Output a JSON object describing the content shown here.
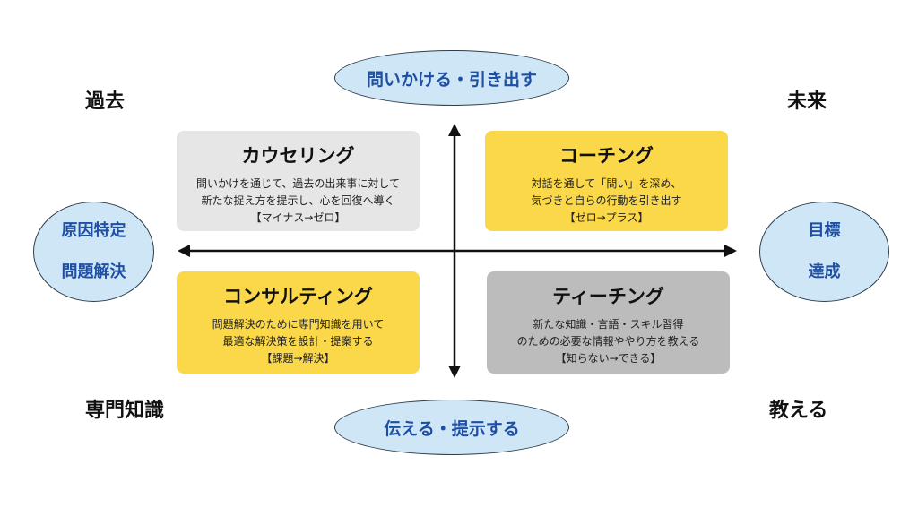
{
  "colors": {
    "yellow_box": "#fad84a",
    "light_gray_box": "#e6e6e6",
    "dark_gray_box": "#bcbcbc",
    "ellipse_fill": "#cfe6f7",
    "ellipse_text": "#1f4fa3"
  },
  "corners": {
    "top_left": "過去",
    "top_right": "未来",
    "bottom_left": "専門知識",
    "bottom_right": "教える"
  },
  "ellipses": {
    "top": "問いかける・引き出す",
    "bottom": "伝える・提示する",
    "left": [
      "原因特定",
      "問題解決"
    ],
    "right": [
      "目標",
      "達成"
    ]
  },
  "quadrants": {
    "counseling": {
      "title": "カウセリング",
      "lines": [
        "問いかけを通じて、過去の出来事に対して",
        "新たな捉え方を提示し、心を回復へ導く",
        "【マイナス→ゼロ】"
      ]
    },
    "coaching": {
      "title": "コーチング",
      "lines": [
        "対話を通して「問い」を深め、",
        "気づきと自らの行動を引き出す",
        "【ゼロ→プラス】"
      ]
    },
    "consulting": {
      "title": "コンサルティング",
      "lines": [
        "問題解決のために専門知識を用いて",
        "最適な解決策を設計・提案する",
        "【課題→解決】"
      ]
    },
    "teaching": {
      "title": "ティーチング",
      "lines": [
        "新たな知識・言語・スキル習得",
        "のための必要な情報ややり方を教える",
        "【知らない→できる】"
      ]
    }
  }
}
